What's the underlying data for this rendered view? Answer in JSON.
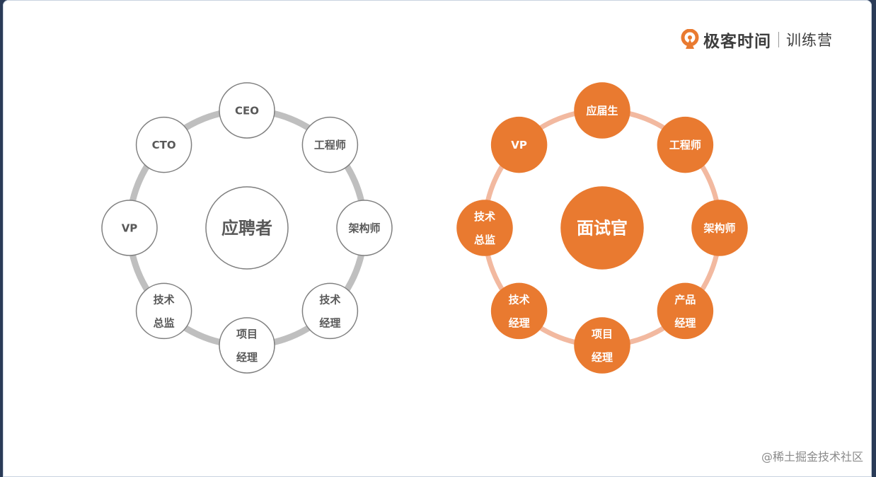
{
  "brand": {
    "logo_icon": "geektime-logo-icon",
    "name": "极客时间",
    "sub": "训练营"
  },
  "watermark": "@稀土掘金技术社区",
  "diagrams": [
    {
      "center": "应聘者",
      "nodes": [
        [
          "CEO"
        ],
        [
          "工程师"
        ],
        [
          "架构师"
        ],
        [
          "技术",
          "经理"
        ],
        [
          "项目",
          "经理"
        ],
        [
          "技术",
          "总监"
        ],
        [
          "VP"
        ],
        [
          "CTO"
        ]
      ],
      "colors": {
        "ring": "#bfbfbf",
        "fill": "#ffffff",
        "stroke": "#7f7f7f",
        "text": "#595959"
      }
    },
    {
      "center": "面试官",
      "nodes": [
        [
          "应届生"
        ],
        [
          "工程师"
        ],
        [
          "架构师"
        ],
        [
          "产品",
          "经理"
        ],
        [
          "项目",
          "经理"
        ],
        [
          "技术",
          "经理"
        ],
        [
          "技术",
          "总监"
        ],
        [
          "VP"
        ]
      ],
      "colors": {
        "ring": "#f2b9a0",
        "fill": "#e97a30",
        "stroke": "#e97a30",
        "text": "#ffffff"
      }
    }
  ]
}
